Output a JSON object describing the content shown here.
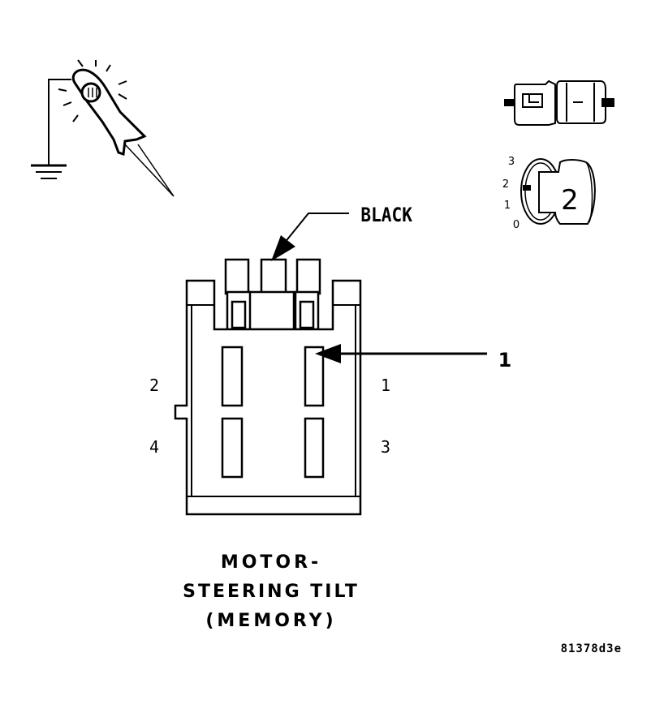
{
  "callout": {
    "wire_color": "BLACK",
    "item_number": "1"
  },
  "pins": {
    "pin1": "1",
    "pin2": "2",
    "pin3": "3",
    "pin4": "4"
  },
  "title": {
    "line1": "MOTOR-",
    "line2": "STEERING TILT",
    "line3": "(MEMORY)"
  },
  "figure_id": "81378d3e",
  "ignition": {
    "positions": [
      "3",
      "2",
      "1",
      "0"
    ],
    "selected": "2"
  },
  "icons": {
    "test_light": "test-light-probe-icon",
    "ground": "ground-symbol-icon",
    "connector": "disconnected-connector-icon",
    "ignition": "ignition-switch-icon"
  }
}
